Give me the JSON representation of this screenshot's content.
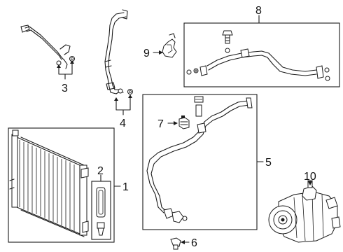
{
  "diagram": {
    "callouts": [
      {
        "id": "c1",
        "label": "1"
      },
      {
        "id": "c2",
        "label": "2"
      },
      {
        "id": "c3",
        "label": "3"
      },
      {
        "id": "c4",
        "label": "4"
      },
      {
        "id": "c5",
        "label": "5"
      },
      {
        "id": "c6",
        "label": "6"
      },
      {
        "id": "c7",
        "label": "7"
      },
      {
        "id": "c8",
        "label": "8"
      },
      {
        "id": "c9",
        "label": "9"
      },
      {
        "id": "c10",
        "label": "10"
      }
    ],
    "colors": {
      "line": "#1a1a1a",
      "background": "#ffffff"
    }
  }
}
